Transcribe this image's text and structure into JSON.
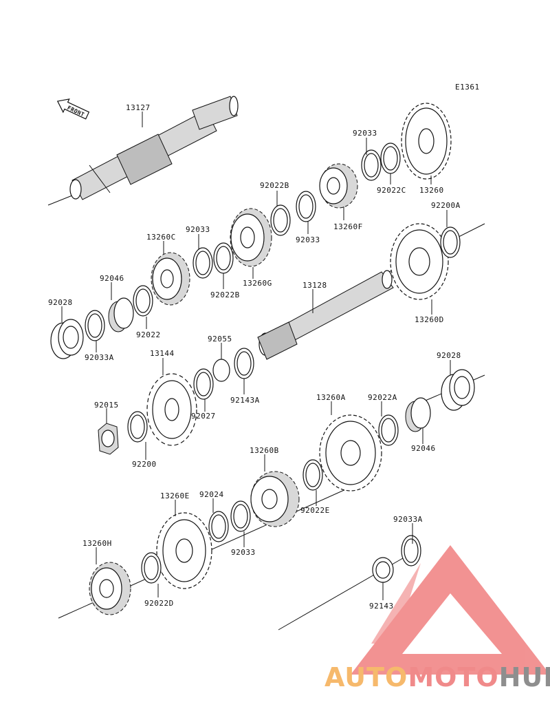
{
  "diagram": {
    "code": "E1361",
    "front_label": "FRONT",
    "logo": {
      "part1": "AUTO",
      "part2": "MOTO",
      "part3": "HUB"
    },
    "parts": {
      "p13127": "13127",
      "p92033_a": "92033",
      "p92022c": "92022C",
      "p13260": "13260",
      "p92022b_a": "92022B",
      "p13260f": "13260F",
      "p92033_b": "92033",
      "p92200a": "92200A",
      "p13260c": "13260C",
      "p92033_c": "92033",
      "p92046_a": "92046",
      "p92022b_b": "92022B",
      "p13260g": "13260G",
      "p13128": "13128",
      "p13260d": "13260D",
      "p92028_a": "92028",
      "p92022": "92022",
      "p92033a_a": "92033A",
      "p92055": "92055",
      "p13144": "13144",
      "p92143a": "92143A",
      "p92028_b": "92028",
      "p92015": "92015",
      "p92027": "92027",
      "p13260a": "13260A",
      "p92022a": "92022A",
      "p92046_b": "92046",
      "p92200": "92200",
      "p13260b": "13260B",
      "p92022e": "92022E",
      "p13260e": "13260E",
      "p92024": "92024",
      "p92033_d": "92033",
      "p92033a_b": "92033A",
      "p13260h": "13260H",
      "p92022d": "92022D",
      "p92143": "92143"
    }
  }
}
